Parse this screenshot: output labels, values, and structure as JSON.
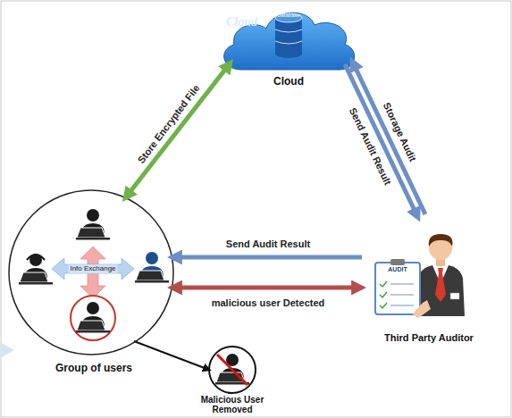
{
  "diagram": {
    "nodes": [
      {
        "text": [
          "Cloud",
          "Database",
          "Cloud"
        ]
      },
      {
        "text": [
          "Group of users"
        ]
      },
      {
        "text": [
          "AUDIT",
          "Third Party Auditor"
        ]
      },
      {
        "text": [
          "Malicious User Removed"
        ]
      }
    ],
    "edges": [
      {
        "from": 1,
        "to": 0,
        "arrow": "both",
        "label": "Store Encrypted File"
      },
      {
        "from": 2,
        "to": 0,
        "arrow": "to",
        "label": "Storage Audit"
      },
      {
        "from": 0,
        "to": 2,
        "arrow": "to",
        "label": "Send Audit Result"
      },
      {
        "from": 2,
        "to": 1,
        "arrow": "to",
        "label": "Send Audit Result"
      },
      {
        "from": 1,
        "to": 2,
        "arrow": "both",
        "label": "malicious user Detected"
      },
      {
        "from": 1,
        "to": 3,
        "arrow": "to"
      }
    ],
    "labels": [
      "Info Exchange"
    ]
  }
}
